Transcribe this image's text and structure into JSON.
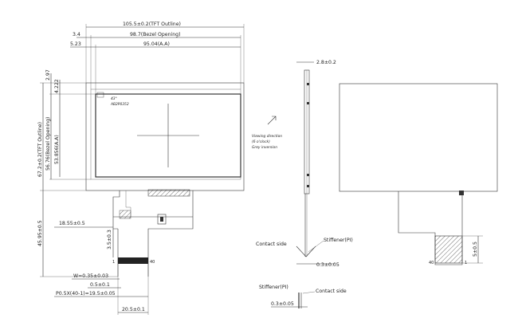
{
  "dims": {
    "tft_width": "105.5±0.2(TFT Outline)",
    "bezel_opening_w": "98.7(Bezel Opening)",
    "aa_width": "95.04(A.A)",
    "left_gap": "3.4",
    "left_aa_offset": "5.23",
    "top_gap": "2.97",
    "top_aa_offset": "4.222",
    "tft_height": "67.2±0.2(TFT Outline)",
    "bezel_opening_h": "56.76(Bezel Opening)",
    "aa_height": "53.856(A.A)",
    "fpc_length": "45.95±0.5",
    "fpc_offset": "18.55±0.5",
    "fpc_side": "3.5±0.3",
    "pitch_w": "W=0.35±0.03",
    "pitch_p": "0.5±0.1",
    "pitch_total": "P0.5X(40-1)=19.5±0.05",
    "fpc_width": "20.5±0.1",
    "thickness_top": "2.8±0.2",
    "stiffener_t1": "0.3±0.05",
    "stiffener_t2": "0.3±0.05",
    "stiffener_len": "5±0.5"
  },
  "labels": {
    "pin_one": "1",
    "pin_forty": "40",
    "pin_forty_back": "40",
    "pin_one_back": "1",
    "contact_side_1": "Contact side",
    "stiffener_1": "Stiffener(PI)",
    "stiffener_2": "Stiffener(PI)",
    "contact_side_2": "Contact side",
    "viewing_1": "Viewing direction",
    "viewing_2": "(6 o'clock)",
    "viewing_3": "Grey inversion",
    "marking_1": "43°",
    "marking_2": "AB2P0352"
  }
}
